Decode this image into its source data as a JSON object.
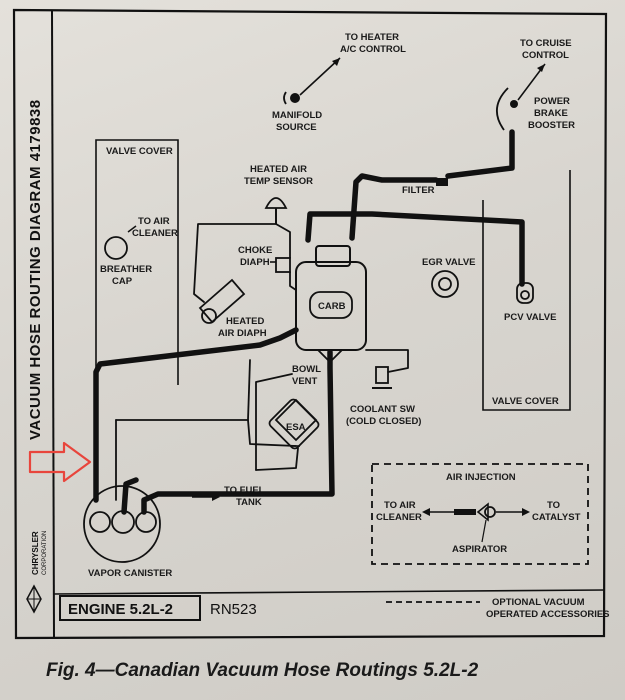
{
  "sidebar": {
    "title": "VACUUM HOSE ROUTING DIAGRAM 4179838",
    "brand_line1": "CHRYSLER",
    "brand_line2": "CORPORATION"
  },
  "labels": {
    "to_heater_1": "TO HEATER",
    "to_heater_2": "A/C CONTROL",
    "manifold_1": "MANIFOLD",
    "manifold_2": "SOURCE",
    "to_cruise_1": "TO CRUISE",
    "to_cruise_2": "CONTROL",
    "booster_1": "POWER",
    "booster_2": "BRAKE",
    "booster_3": "BOOSTER",
    "valve_cover_left": "VALVE COVER",
    "heated_air_1": "HEATED AIR",
    "heated_air_2": "TEMP SENSOR",
    "filter": "FILTER",
    "to_air_cleaner_1": "TO AIR",
    "to_air_cleaner_2": "CLEANER",
    "breather_1": "BREATHER",
    "breather_2": "CAP",
    "choke_1": "CHOKE",
    "choke_2": "DIAPH",
    "carb": "CARB",
    "egr_valve": "EGR VALVE",
    "pcv_valve": "PCV VALVE",
    "heated_air_diaph_1": "HEATED",
    "heated_air_diaph_2": "AIR DIAPH",
    "bowl_vent_1": "BOWL",
    "bowl_vent_2": "VENT",
    "valve_cover_right": "VALVE COVER",
    "coolant_1": "COOLANT SW",
    "coolant_2": "(COLD CLOSED)",
    "esa": "ESA",
    "to_fuel_1": "TO FUEL",
    "to_fuel_2": "TANK",
    "air_injection": "AIR INJECTION",
    "ai_to_air_1": "TO AIR",
    "ai_to_air_2": "CLEANER",
    "ai_to_cat_1": "TO",
    "ai_to_cat_2": "CATALYST",
    "aspirator": "ASPIRATOR",
    "vapor_canister": "VAPOR CANISTER"
  },
  "footer": {
    "engine": "ENGINE 5.2L-2",
    "code": "RN523",
    "legend_1": "OPTIONAL VACUUM",
    "legend_2": "OPERATED ACCESSORIES"
  },
  "caption": "Fig. 4—Canadian Vacuum Hose Routings 5.2L-2",
  "colors": {
    "arrow": "#e8453c",
    "ink": "#111111"
  }
}
